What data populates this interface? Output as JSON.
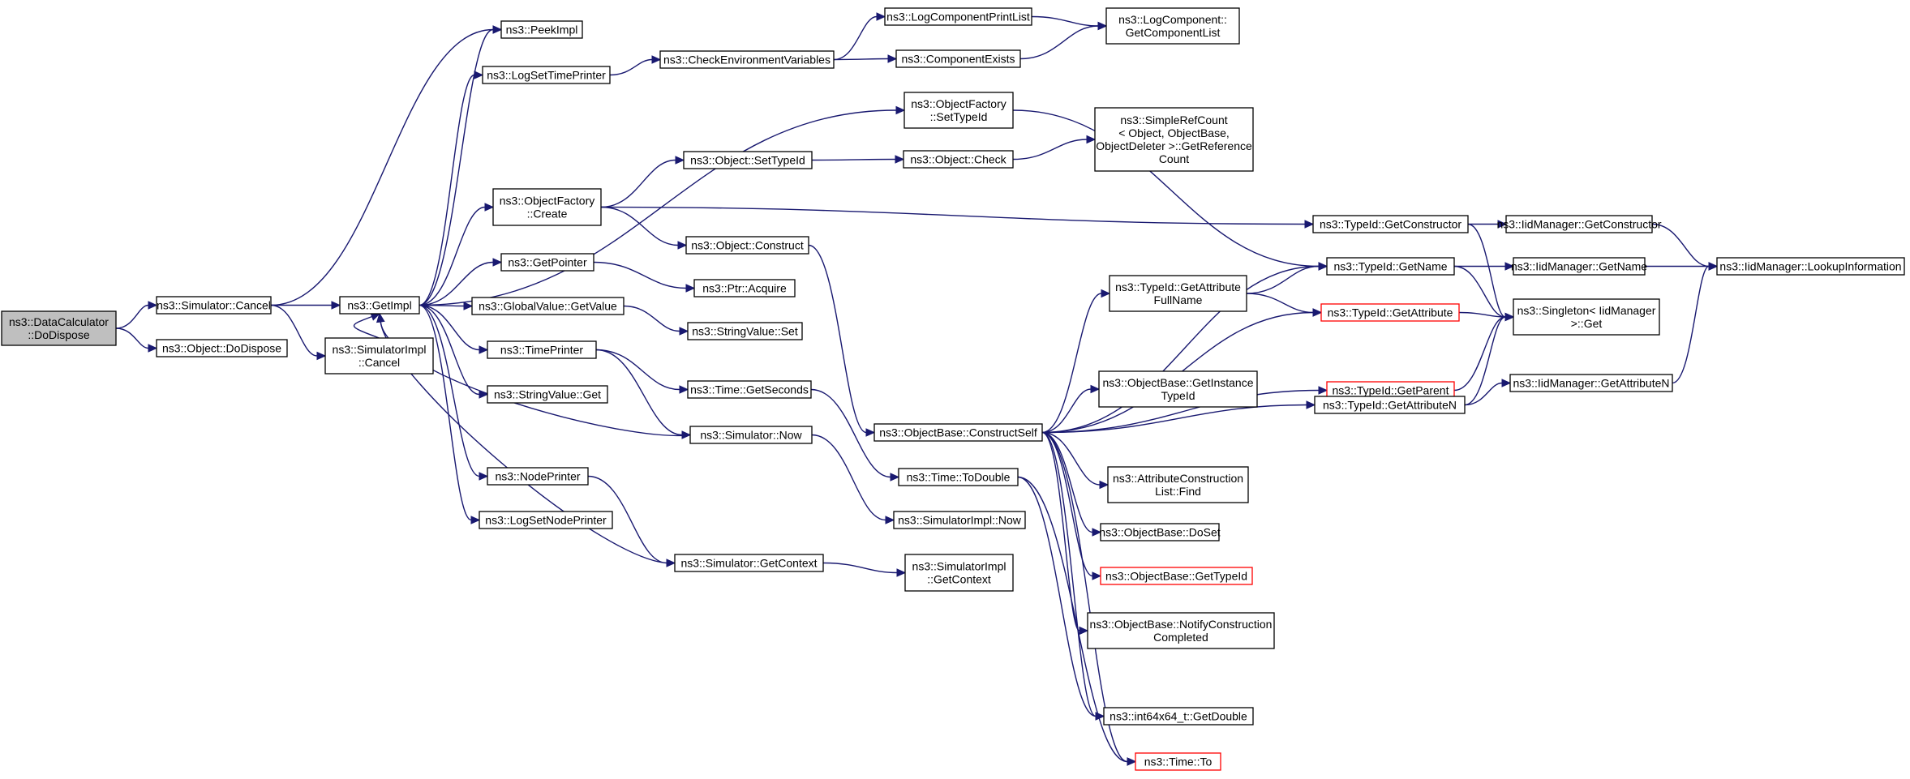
{
  "colors": {
    "edge": "#191970",
    "node_border": "#000000",
    "root_fill": "#bfbfbf",
    "truncated_border": "#ff0000"
  },
  "nodes": [
    {
      "id": "n1",
      "lines": [
        "ns3::DataCalculator",
        "::DoDispose"
      ],
      "kind": "root"
    },
    {
      "id": "n2",
      "lines": [
        "ns3::Simulator::Cancel"
      ]
    },
    {
      "id": "n3",
      "lines": [
        "ns3::Object::DoDispose"
      ]
    },
    {
      "id": "n4",
      "lines": [
        "ns3::GetImpl"
      ]
    },
    {
      "id": "n5",
      "lines": [
        "ns3::SimulatorImpl",
        "::Cancel"
      ]
    },
    {
      "id": "n6",
      "lines": [
        "ns3::PeekImpl"
      ]
    },
    {
      "id": "n7",
      "lines": [
        "ns3::LogSetTimePrinter"
      ]
    },
    {
      "id": "n8",
      "lines": [
        "ns3::ObjectFactory",
        "::Create"
      ]
    },
    {
      "id": "n9",
      "lines": [
        "ns3::GetPointer"
      ]
    },
    {
      "id": "n10",
      "lines": [
        "ns3::GlobalValue::GetValue"
      ]
    },
    {
      "id": "n11",
      "lines": [
        "ns3::TimePrinter"
      ]
    },
    {
      "id": "n12",
      "lines": [
        "ns3::StringValue::Get"
      ]
    },
    {
      "id": "n13",
      "lines": [
        "ns3::NodePrinter"
      ]
    },
    {
      "id": "n14",
      "lines": [
        "ns3::LogSetNodePrinter"
      ]
    },
    {
      "id": "n15",
      "lines": [
        "ns3::CheckEnvironmentVariables"
      ]
    },
    {
      "id": "n16",
      "lines": [
        "ns3::Object::SetTypeId"
      ]
    },
    {
      "id": "n17",
      "lines": [
        "ns3::Object::Construct"
      ]
    },
    {
      "id": "n18",
      "lines": [
        "ns3::Ptr::Acquire"
      ]
    },
    {
      "id": "n19",
      "lines": [
        "ns3::StringValue::Set"
      ]
    },
    {
      "id": "n20",
      "lines": [
        "ns3::Time::GetSeconds"
      ]
    },
    {
      "id": "n21",
      "lines": [
        "ns3::Simulator::Now"
      ]
    },
    {
      "id": "n22",
      "lines": [
        "ns3::Simulator::GetContext"
      ]
    },
    {
      "id": "n23",
      "lines": [
        "ns3::LogComponentPrintList"
      ]
    },
    {
      "id": "n24",
      "lines": [
        "ns3::ComponentExists"
      ]
    },
    {
      "id": "n25",
      "lines": [
        "ns3::ObjectFactory",
        "::SetTypeId"
      ]
    },
    {
      "id": "n26",
      "lines": [
        "ns3::Object::Check"
      ]
    },
    {
      "id": "n27",
      "lines": [
        "ns3::ObjectBase::ConstructSelf"
      ]
    },
    {
      "id": "n28",
      "lines": [
        "ns3::Time::ToDouble"
      ]
    },
    {
      "id": "n29",
      "lines": [
        "ns3::SimulatorImpl::Now"
      ]
    },
    {
      "id": "n30",
      "lines": [
        "ns3::SimulatorImpl",
        "::GetContext"
      ]
    },
    {
      "id": "n31",
      "lines": [
        "ns3::LogComponent::",
        "GetComponentList"
      ]
    },
    {
      "id": "n32",
      "lines": [
        "ns3::SimpleRefCount",
        "< Object, ObjectBase,",
        "ObjectDeleter >::GetReference",
        "Count"
      ]
    },
    {
      "id": "n33",
      "lines": [
        "ns3::TypeId::GetAttribute",
        "FullName"
      ]
    },
    {
      "id": "n34",
      "lines": [
        "ns3::ObjectBase::GetInstance",
        "TypeId"
      ]
    },
    {
      "id": "n35",
      "lines": [
        "ns3::AttributeConstruction",
        "List::Find"
      ]
    },
    {
      "id": "n36",
      "lines": [
        "ns3::ObjectBase::DoSet"
      ]
    },
    {
      "id": "n37",
      "lines": [
        "ns3::ObjectBase::GetTypeId"
      ],
      "kind": "trunc"
    },
    {
      "id": "n38",
      "lines": [
        "ns3::ObjectBase::NotifyConstruction",
        "Completed"
      ]
    },
    {
      "id": "n39",
      "lines": [
        "ns3::int64x64_t::GetDouble"
      ]
    },
    {
      "id": "n40",
      "lines": [
        "ns3::Time::To"
      ],
      "kind": "trunc"
    },
    {
      "id": "n41",
      "lines": [
        "ns3::TypeId::GetConstructor"
      ]
    },
    {
      "id": "n42",
      "lines": [
        "ns3::TypeId::GetName"
      ]
    },
    {
      "id": "n43",
      "lines": [
        "ns3::TypeId::GetAttribute"
      ],
      "kind": "trunc"
    },
    {
      "id": "n44",
      "lines": [
        "ns3::TypeId::GetParent"
      ],
      "kind": "trunc"
    },
    {
      "id": "n45",
      "lines": [
        "ns3::TypeId::GetAttributeN"
      ]
    },
    {
      "id": "n46",
      "lines": [
        "ns3::IidManager::GetConstructor"
      ]
    },
    {
      "id": "n47",
      "lines": [
        "ns3::IidManager::GetName"
      ]
    },
    {
      "id": "n48",
      "lines": [
        "ns3::Singleton< IidManager",
        ">::Get"
      ]
    },
    {
      "id": "n49",
      "lines": [
        "ns3::IidManager::GetAttributeN"
      ]
    },
    {
      "id": "n50",
      "lines": [
        "ns3::IidManager::LookupInformation"
      ]
    }
  ],
  "edges": [
    [
      "n1",
      "n2"
    ],
    [
      "n1",
      "n3"
    ],
    [
      "n2",
      "n4"
    ],
    [
      "n2",
      "n5"
    ],
    [
      "n2",
      "n6"
    ],
    [
      "n4",
      "n6"
    ],
    [
      "n4",
      "n7"
    ],
    [
      "n4",
      "n25"
    ],
    [
      "n4",
      "n8"
    ],
    [
      "n4",
      "n9"
    ],
    [
      "n4",
      "n10"
    ],
    [
      "n4",
      "n11"
    ],
    [
      "n4",
      "n12"
    ],
    [
      "n4",
      "n13"
    ],
    [
      "n4",
      "n14"
    ],
    [
      "n5",
      "n4"
    ],
    [
      "n7",
      "n15"
    ],
    [
      "n8",
      "n16"
    ],
    [
      "n8",
      "n17"
    ],
    [
      "n8",
      "n41"
    ],
    [
      "n9",
      "n18"
    ],
    [
      "n10",
      "n19"
    ],
    [
      "n11",
      "n20"
    ],
    [
      "n11",
      "n21"
    ],
    [
      "n13",
      "n22"
    ],
    [
      "n15",
      "n23"
    ],
    [
      "n15",
      "n24"
    ],
    [
      "n16",
      "n26"
    ],
    [
      "n17",
      "n27"
    ],
    [
      "n20",
      "n28"
    ],
    [
      "n21",
      "n29"
    ],
    [
      "n21",
      "n4"
    ],
    [
      "n22",
      "n30"
    ],
    [
      "n22",
      "n4"
    ],
    [
      "n23",
      "n31"
    ],
    [
      "n24",
      "n31"
    ],
    [
      "n25",
      "n42"
    ],
    [
      "n26",
      "n32"
    ],
    [
      "n27",
      "n42"
    ],
    [
      "n27",
      "n33"
    ],
    [
      "n27",
      "n43"
    ],
    [
      "n27",
      "n34"
    ],
    [
      "n27",
      "n44"
    ],
    [
      "n27",
      "n35"
    ],
    [
      "n27",
      "n36"
    ],
    [
      "n27",
      "n37"
    ],
    [
      "n27",
      "n38"
    ],
    [
      "n27",
      "n39"
    ],
    [
      "n27",
      "n40"
    ],
    [
      "n27",
      "n45"
    ],
    [
      "n28",
      "n39"
    ],
    [
      "n28",
      "n40"
    ],
    [
      "n33",
      "n42"
    ],
    [
      "n33",
      "n43"
    ],
    [
      "n41",
      "n46"
    ],
    [
      "n41",
      "n48"
    ],
    [
      "n42",
      "n47"
    ],
    [
      "n42",
      "n48"
    ],
    [
      "n43",
      "n48"
    ],
    [
      "n44",
      "n48"
    ],
    [
      "n45",
      "n49"
    ],
    [
      "n45",
      "n48"
    ],
    [
      "n46",
      "n50"
    ],
    [
      "n47",
      "n50"
    ],
    [
      "n49",
      "n50"
    ]
  ]
}
